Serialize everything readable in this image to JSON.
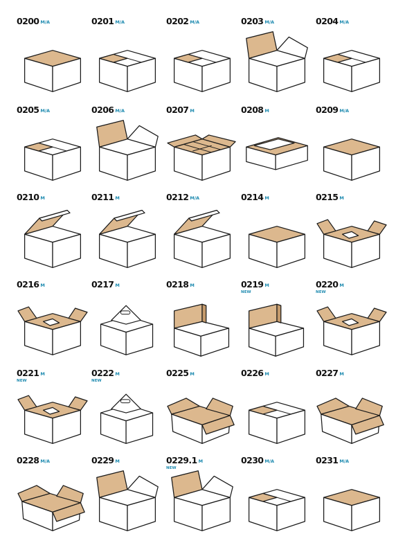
{
  "colors": {
    "kraft": "#dcb88e",
    "kraft_dark": "#c49a6c",
    "line": "#1a1a1a",
    "tag": "#1f8bb0",
    "code": "#111111"
  },
  "boxes": [
    {
      "code": "0200",
      "tag": "M/A",
      "new": "",
      "style": "open"
    },
    {
      "code": "0201",
      "tag": "M/A",
      "new": "",
      "style": "closed"
    },
    {
      "code": "0202",
      "tag": "M/A",
      "new": "",
      "style": "closed"
    },
    {
      "code": "0203",
      "tag": "M/A",
      "new": "",
      "style": "flap"
    },
    {
      "code": "0204",
      "tag": "M/A",
      "new": "",
      "style": "closed"
    },
    {
      "code": "0205",
      "tag": "M/A",
      "new": "",
      "style": "closed"
    },
    {
      "code": "0206",
      "tag": "M/A",
      "new": "",
      "style": "flap"
    },
    {
      "code": "0207",
      "tag": "M",
      "new": "",
      "style": "dividers"
    },
    {
      "code": "0208",
      "tag": "M",
      "new": "",
      "style": "tray"
    },
    {
      "code": "0209",
      "tag": "M/A",
      "new": "",
      "style": "open"
    },
    {
      "code": "0210",
      "tag": "M",
      "new": "",
      "style": "lid"
    },
    {
      "code": "0211",
      "tag": "M",
      "new": "",
      "style": "lid"
    },
    {
      "code": "0212",
      "tag": "M/A",
      "new": "",
      "style": "lid"
    },
    {
      "code": "0214",
      "tag": "M",
      "new": "",
      "style": "open"
    },
    {
      "code": "0215",
      "tag": "M",
      "new": "",
      "style": "folding"
    },
    {
      "code": "0216",
      "tag": "M",
      "new": "",
      "style": "folding"
    },
    {
      "code": "0217",
      "tag": "M",
      "new": "",
      "style": "handle"
    },
    {
      "code": "0218",
      "tag": "M",
      "new": "",
      "style": "mailer"
    },
    {
      "code": "0219",
      "tag": "M",
      "new": "NEW",
      "style": "mailer"
    },
    {
      "code": "0220",
      "tag": "M",
      "new": "NEW",
      "style": "folding"
    },
    {
      "code": "0221",
      "tag": "M",
      "new": "NEW",
      "style": "folding"
    },
    {
      "code": "0222",
      "tag": "M",
      "new": "NEW",
      "style": "handle"
    },
    {
      "code": "0225",
      "tag": "M",
      "new": "",
      "style": "wide"
    },
    {
      "code": "0226",
      "tag": "M",
      "new": "",
      "style": "closed"
    },
    {
      "code": "0227",
      "tag": "M",
      "new": "",
      "style": "wide"
    },
    {
      "code": "0228",
      "tag": "M/A",
      "new": "",
      "style": "wide"
    },
    {
      "code": "0229",
      "tag": "M",
      "new": "",
      "style": "flap"
    },
    {
      "code": "0229.1",
      "tag": "M",
      "new": "NEW",
      "style": "flap"
    },
    {
      "code": "0230",
      "tag": "M/A",
      "new": "",
      "style": "closed"
    },
    {
      "code": "0231",
      "tag": "M/A",
      "new": "",
      "style": "open"
    }
  ]
}
